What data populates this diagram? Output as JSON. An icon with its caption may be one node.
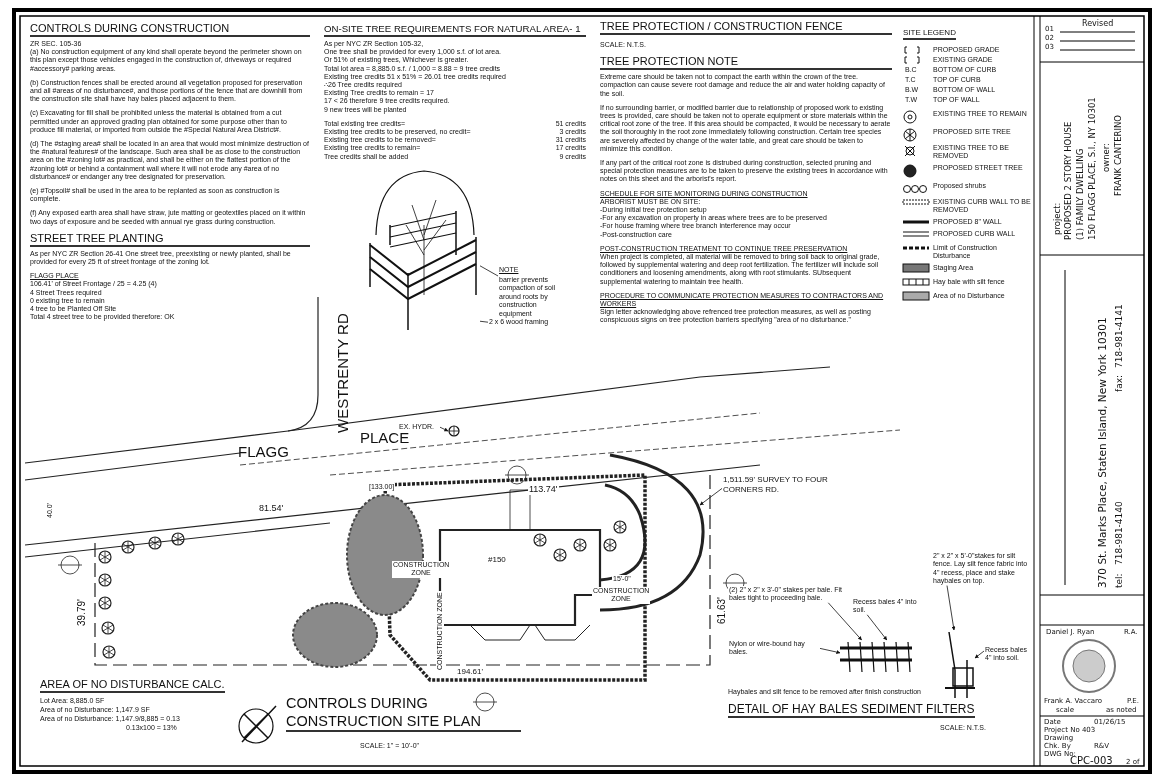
{
  "diagram": {
    "title": "CONTROLS DURING CONSTRUCTION SITE PLAN",
    "nodes": [
      {
        "text": [],
        "shape": "picture"
      },
      {
        "text": [
          "NOTE",
          "barrier prevents compaction of soil around roots by construction equipment"
        ]
      },
      {
        "text": [
          "2 x 6 wood framing"
        ]
      },
      {
        "text": [],
        "shape": "picture"
      },
      {
        "text": [
          "(2) 2\" x 2\" x 3'-0\" stakes per bale. Fit bales tight to proceeding bale."
        ]
      },
      {
        "text": [
          "Nylon or wire-bound hay bales."
        ]
      },
      {
        "text": [
          "Recess bales 4\" into soil."
        ]
      },
      {
        "text": [],
        "shape": "picture"
      },
      {
        "text": [
          "2\" x 2\" x 5'-0\"stakes for silt fence. Lay silt fence fabric into 4\" recess, place and stake haybales on top."
        ]
      },
      {
        "text": [
          "Recess bales 4\" into soil."
        ]
      },
      {
        "text": [
          "1,511.59' SURVEY TO FOUR CORNERS RD."
        ]
      },
      {
        "text": [
          "EX. HYDR."
        ]
      },
      {
        "text": [],
        "shape": "circle"
      }
    ],
    "edges": [
      {
        "from": 1,
        "to": 0,
        "arrow": "none"
      },
      {
        "from": 2,
        "to": 0,
        "arrow": "none"
      },
      {
        "from": 4,
        "to": 3,
        "arrow": "to"
      },
      {
        "from": 5,
        "to": 3,
        "arrow": "to"
      },
      {
        "from": 6,
        "to": 3,
        "arrow": "to"
      },
      {
        "from": 8,
        "to": 7,
        "arrow": "to"
      },
      {
        "from": 9,
        "to": 7,
        "arrow": "to"
      },
      {
        "from": 10,
        "to": null,
        "arrow": "to"
      },
      {
        "from": 11,
        "to": 12,
        "arrow": "to"
      }
    ],
    "labels": [
      "CONTROLS DURING CONSTRUCTION",
      "ZR SEC. 105-36",
      "(a) No construction equipment of any kind shall operate beyond the perimeter shown on this plan except those vehicles engaged in the construction of, driveways or required #accessory# parking areas.",
      "(b) Construction fences shall be erected around all vegetation proposed for preservation and all #areas of no disturbance#, and those portions of the fence that are downhill from the construction site shall have hay bales placed adjacent to them.",
      "(c) Excavating for fill shall be prohibited unless the material is obtained from a cut permitted under an approved grading plan obtained for some purpose other than to produce fill material, or imported from outside the #Special Natural Area District#.",
      "(d) The #staging area# shall be located in an area that would most minimize destruction of the #natural features# of the landscape. Such area shall be as close to the construction area on the #zoning lot# as practical, and shall be either on the flattest portion of the #zoning lot# or behind a containment wall where it will not erode any #area of no disturbance# or endanger any tree designated for preservation.",
      "(e) #Topsoil# shall be used in the area to be replanted as soon as construction is complete.",
      "(f) Any exposed earth area shall have straw, jute matting or geotextiles placed on it within two days of exposure and be seeded with annual rye grass during construction.",
      "STREET TREE PLANTING",
      "As per NYC ZR Section 26-41 One street tree, preexisting or newly planted, shall be provided for every 25 ft of street frontage of the zoning lot.",
      "FLAGG PLACE",
      "106.41' of Street Frontage / 25 = 4.25 (4)",
      "4 Street Trees required",
      "0 existing tree to remain",
      "4 tree to be Planted Off Site",
      "Total 4 street tree to be provided therefore: OK",
      "ON-SITE TREE REQUIREMENTS FOR NATURAL AREA- 1",
      "As per NYC ZR Section 105-32,",
      "One tree shall be provided for every 1,000 s.f. of lot area.",
      "Or 51% of existing trees, Whichever is greater.",
      "Total lot area = 8,885.0 s.f. / 1,000 = 8.88 = 9 tree credits",
      "Existing tree credits 51 x 51% = 26.01 tree credits required",
      "∴26 Tree credits required",
      "Existing Tree credits to remain = 17",
      "17 < 26 therefore 9 tree credits required.",
      "9 new trees will be planted",
      "Total existing tree credits=",
      "51 credits",
      "Existing tree credits to be preserved, no credit=",
      "3 credits",
      "Existing tree credits to be removed=",
      "31 credits",
      "Existing tree credits to remain=",
      "17 credits",
      "Tree credits shall be added",
      "9 credits",
      "TREE PROTECTION / CONSTRUCTION FENCE",
      "SCALE: N.T.S.",
      "TREE PROTECTION NOTE",
      "Extreme care should be taken not to compact the earth within the crown of the tree. compaction can cause severe root damage and reduce the air and water holding capacity of the soil.",
      "If no surrounding barrier, or modified barrier due to relationship of proposed work to existing trees is provided, care should be taken not to operate equipment or store materials within the critical root zone of the tree. If this area should be compacted, it would be necessary to aerate the soil thoroughly in the root zone immediately following construction. Certain tree species are severely affected by change of the water table, and great care should be taken to minimize this condition.",
      "If any part of the critical root zone is distrubed during construction, selected pruning and special protection measures are to be taken to preserve the existing trees in accordance with notes on this sheet and the arborist's report.",
      "SCHEDULE FOR SITE MONITORING DURING CONSTRUCTION",
      "ARBORIST MUST BE ON SITE:",
      "-During initial tree protection setup",
      "-For any excavation on property in areas where trees are to be preserved",
      "-For house framing where tree branch interference may occur",
      "-Post-construction care",
      "POST-CONSTRUCTION TREATMENT TO CONTINUE TREE PRESERVATION",
      "When project is completed, all material will be removed to bring soil back to original grade, followed by supplemental watering and deep root fertilization. The fertilizer will include soil conditioners and loosening amendments, along with root stimulants. SUbsequent supplemental watering to maintain tree health.",
      "PROCEDURE TO COMMUNICATE PROTECTION MEASURES TO CONTRACTORS AND WORKERS",
      "Sign letter acknowledging above refrenced tree protection measures, as well as posting conspicuous signs on tree protection barriers specifying \"area of no disturbance.\"",
      "WESTRENTY RD",
      "FLAGG",
      "PLACE",
      "81.54'",
      "[133.00]",
      "113.74'",
      "40.0'",
      "39.79'",
      "61.63'",
      "194.61'",
      "#150",
      "CONSTRUCTION ZONE",
      "15'-0\"",
      "CONSTRUCTION ZONE",
      "CONSTRUCTION ZONE",
      "AREA OF NO DISTURBANCE CALC.",
      "Lot Area: 8,885.0 SF",
      "Area of no Disturbance: 1,147.9 SF",
      "Area of no Disturbance: 1,147.9/8,885 = 0.13",
      "0.13x100 = 13%",
      "SCALE: 1\" = 10'-0\"",
      "Haybales and silt fence to be removed after finish construction",
      "DETAIL OF HAY BALES SEDIMENT FILTERS",
      "SCALE: N.T.S.",
      "SITE LEGEND",
      "Revised",
      "01",
      "02",
      "03",
      "project:",
      "PROPOSED 2 STORY HOUSE",
      "(1) FAMILY DWELLING",
      "150 FLAGG PLACE, S.I., NY 10301",
      "owner:",
      "FRANK CANTERINO",
      "370 St. Marks Place, Staten Island, New York 10301",
      "tel:",
      "718-981-4140",
      "fax:",
      "718-981-4141",
      "Daniel J. Ryan",
      "R.A.",
      "Frank A. Vaccaro",
      "P.E.",
      "scale",
      "as noted",
      "Date",
      "01/26/15",
      "Project No 403",
      "Drawing",
      "Chk. By",
      "R&V",
      "DWG No:",
      "CPC-003",
      "2 of",
      "B.C",
      "T.C",
      "B.W",
      "T.W"
    ],
    "legend": [
      {
        "text": "PROPOSED GRADE"
      },
      {
        "text": "EXISTING GRADE"
      },
      {
        "text": "BOTTOM OF CURB"
      },
      {
        "text": "TOP OF CURB"
      },
      {
        "text": "BOTTOM OF WALL"
      },
      {
        "text": "TOP OF WALL"
      },
      {
        "text": "EXISTING TREE TO REMAIN"
      },
      {
        "text": "PROPOSED SITE TREE"
      },
      {
        "text": "EXISTING TREE TO BE REMOVED"
      },
      {
        "text": "PROPOSED STREET TREE"
      },
      {
        "text": "Proposed shrubs"
      },
      {
        "text": "EXISTING CURB WALL TO BE REMOVED"
      },
      {
        "text": "PROPOSED 8\" WALL"
      },
      {
        "text": "PROPOSED CURB WALL"
      },
      {
        "text": "Limit of Construction Disturbance"
      },
      {
        "text": "Staging Area"
      },
      {
        "text": "Hay bale with silt fence"
      },
      {
        "text": "Area of no Disturbance"
      }
    ]
  }
}
